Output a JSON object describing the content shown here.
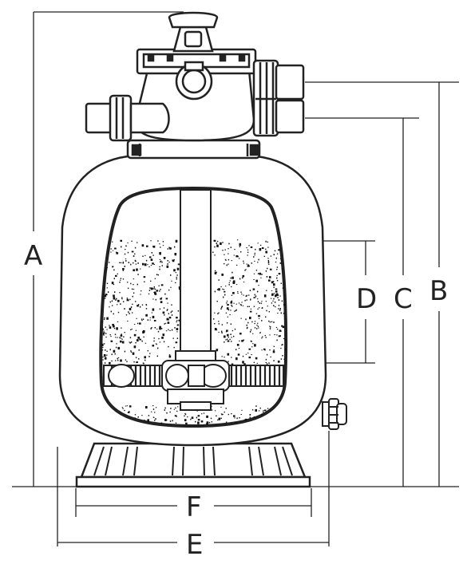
{
  "dimensions": {
    "A": "A",
    "B": "B",
    "C": "C",
    "D": "D",
    "E": "E",
    "F": "F"
  },
  "colors": {
    "line": "#222222",
    "fill": "#ffffff",
    "sand": "#111111"
  }
}
